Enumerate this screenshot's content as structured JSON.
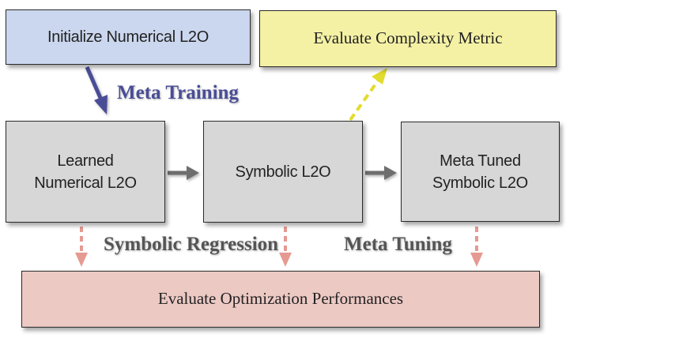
{
  "boxes": {
    "initialize": "Initialize Numerical L2O",
    "complexity": "Evaluate Complexity Metric",
    "learned": "Learned\nNumerical L2O",
    "symbolic": "Symbolic L2O",
    "tuned": "Meta Tuned\nSymbolic L2O",
    "optimization": "Evaluate Optimization Performances"
  },
  "edge_labels": {
    "meta_training": "Meta Training",
    "symbolic_regression": "Symbolic Regression",
    "meta_tuning": "Meta Tuning"
  },
  "colors": {
    "initialize_fill": "#cbd7ee",
    "complexity_fill": "#f4f1a5",
    "process_fill": "#d7d7d7",
    "evaluation_fill": "#edc9c4",
    "meta_training_arrow": "#4a4d96",
    "flow_arrow": "#6e6e6e",
    "complexity_arrow": "#e2dc2c",
    "evaluation_arrow": "#e59a92"
  }
}
